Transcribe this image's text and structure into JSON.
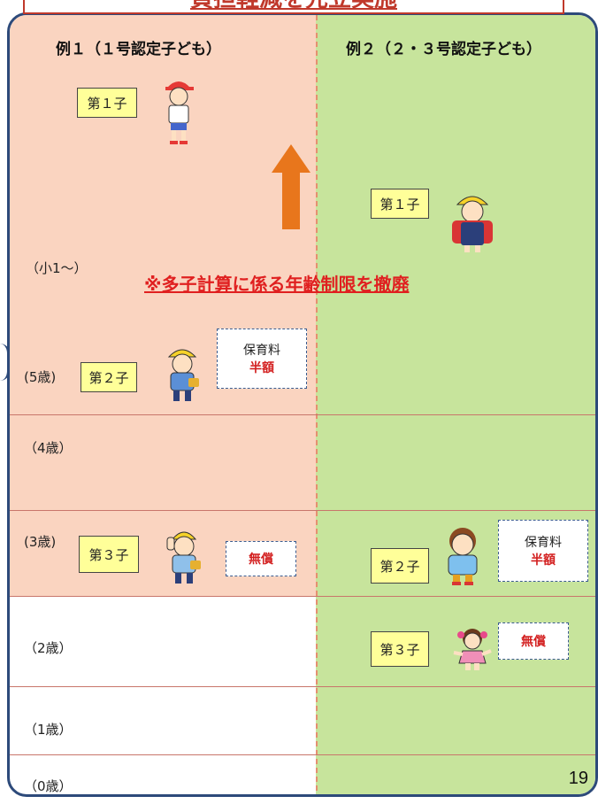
{
  "title": "負担軽減を先立実施",
  "columns": {
    "left": "例１（１号認定子ども）",
    "right": "例２（２・３号認定子ども）"
  },
  "ages": [
    "（小1～）",
    "(5歳)",
    "（4歳）",
    "(3歳)",
    "（2歳）",
    "（1歳）",
    "（0歳）"
  ],
  "notice": "※多子計算に係る年齢制限を撤廃",
  "example1": {
    "child1": "第１子",
    "child2": "第２子",
    "child3": "第３子",
    "fee2_line1": "保育料",
    "fee2_line2": "半額",
    "fee3": "無償"
  },
  "example2": {
    "child1": "第１子",
    "child2": "第２子",
    "child3": "第３子",
    "fee2_line1": "保育料",
    "fee2_line2": "半額",
    "fee3": "無償"
  },
  "page_number": "19",
  "colors": {
    "left_bg": "#fad4c0",
    "right_bg": "#c7e49c",
    "frame": "#2d4a7a",
    "accent_red": "#e02020",
    "label_yellow": "#ffff99",
    "arrow": "#e8761c"
  },
  "icons": {
    "arrow": "arrow-up-icon",
    "kids": [
      "child-red-cap-icon",
      "child-school-girl-icon",
      "child-yellow-cap-boy-icon",
      "child-saluting-boy-icon",
      "child-smock-boy-icon",
      "child-toddler-girl-icon"
    ]
  }
}
